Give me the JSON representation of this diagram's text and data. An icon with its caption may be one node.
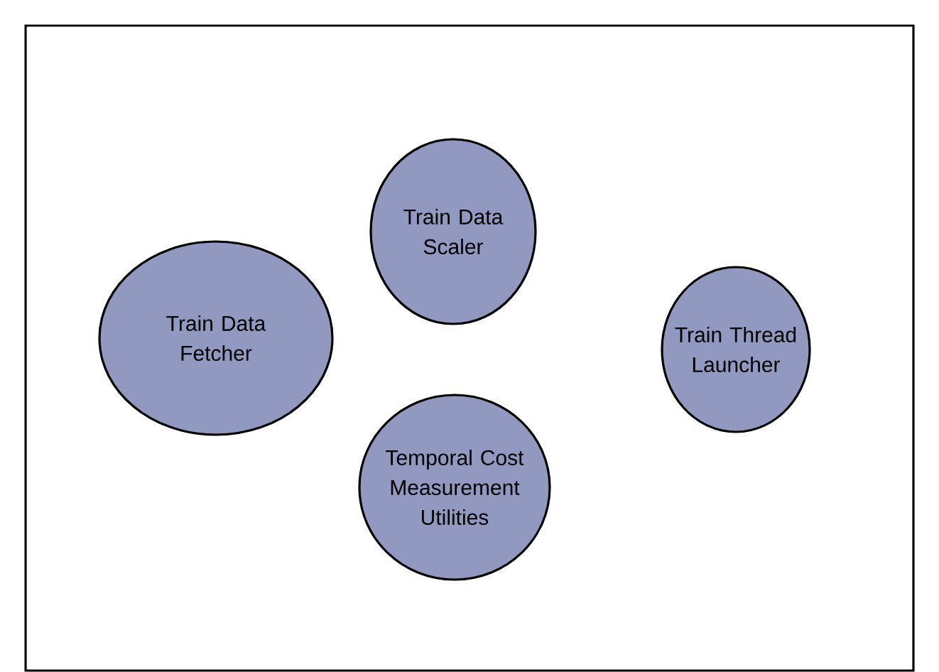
{
  "diagram": {
    "nodes": [
      {
        "text": [
          "Train Data Scaler"
        ]
      },
      {
        "text": [
          "Train Data Fetcher"
        ]
      },
      {
        "text": [
          "Train Thread Launcher"
        ]
      },
      {
        "text": [
          "Temporal Cost Measurement Utilities"
        ]
      }
    ]
  }
}
